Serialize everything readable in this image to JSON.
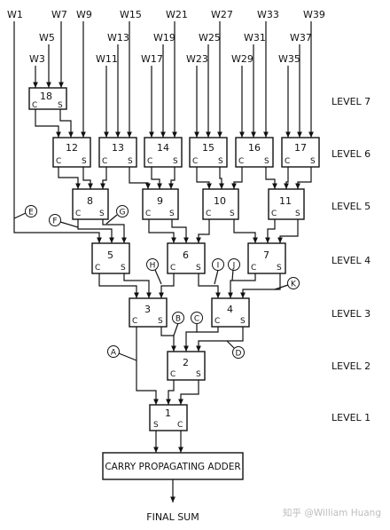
{
  "inputs": [
    "W1",
    "W3",
    "W5",
    "W7",
    "W9",
    "W11",
    "W13",
    "W15",
    "W17",
    "W19",
    "W21",
    "W23",
    "W25",
    "W27",
    "W29",
    "W31",
    "W33",
    "W35",
    "W37",
    "W39"
  ],
  "adders": [
    {
      "id": "18",
      "c": "C",
      "s": "S"
    },
    {
      "id": "12",
      "c": "C",
      "s": "S"
    },
    {
      "id": "13",
      "c": "C",
      "s": "S"
    },
    {
      "id": "14",
      "c": "C",
      "s": "S"
    },
    {
      "id": "15",
      "c": "C",
      "s": "S"
    },
    {
      "id": "16",
      "c": "C",
      "s": "S"
    },
    {
      "id": "17",
      "c": "C",
      "s": "S"
    },
    {
      "id": "8",
      "c": "C",
      "s": "S"
    },
    {
      "id": "9",
      "c": "C",
      "s": "S"
    },
    {
      "id": "10",
      "c": "C",
      "s": "S"
    },
    {
      "id": "11",
      "c": "C",
      "s": "S"
    },
    {
      "id": "5",
      "c": "C",
      "s": "S"
    },
    {
      "id": "6",
      "c": "C",
      "s": "S"
    },
    {
      "id": "7",
      "c": "C",
      "s": "S"
    },
    {
      "id": "3",
      "c": "C",
      "s": "S"
    },
    {
      "id": "4",
      "c": "C",
      "s": "S"
    },
    {
      "id": "2",
      "c": "C",
      "s": "S"
    },
    {
      "id": "1",
      "c": "C",
      "s": "S"
    }
  ],
  "final_adder_s": "S",
  "final_adder_c": "C",
  "markers": [
    "A",
    "B",
    "C",
    "D",
    "E",
    "F",
    "G",
    "H",
    "I",
    "J",
    "K"
  ],
  "levels": [
    "LEVEL 7",
    "LEVEL 6",
    "LEVEL 5",
    "LEVEL 4",
    "LEVEL 3",
    "LEVEL 2",
    "LEVEL 1"
  ],
  "cpa_label": "CARRY PROPAGATING ADDER",
  "final_sum_label": "FINAL SUM",
  "watermark": "知乎 @William Huang"
}
